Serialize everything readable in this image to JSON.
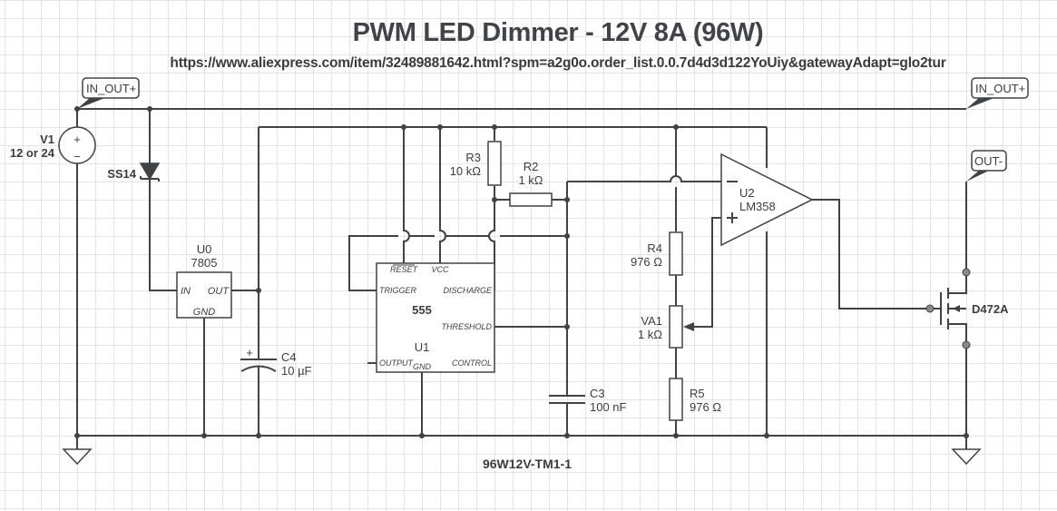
{
  "title": "PWM LED Dimmer - 12V 8A (96W)",
  "url": "https://www.aliexpress.com/item/32489881642.html?spm=a2g0o.order_list.0.0.7d4d3d122YoUiy&gatewayAdapt=glo2tur",
  "footer_label": "96W12V-TM1-1",
  "net_labels": {
    "in_out_left": "IN_OUT+",
    "in_out_right": "IN_OUT+",
    "out_minus": "OUT-"
  },
  "components": {
    "v1": {
      "ref": "V1",
      "value": "12 or 24",
      "plus": "+",
      "minus": "−"
    },
    "d1": {
      "ref": "SS14"
    },
    "u0": {
      "ref": "U0",
      "value": "7805",
      "pins": {
        "in": "IN",
        "out": "OUT",
        "gnd": "GND"
      }
    },
    "c4": {
      "ref": "C4",
      "value": "10 µF",
      "polarity": "+"
    },
    "u1": {
      "ref": "U1",
      "value": "555",
      "pins": {
        "reset": "RESET",
        "vcc": "VCC",
        "trigger": "TRIGGER",
        "discharge": "DISCHARGE",
        "threshold": "THRESHOLD",
        "output": "OUTPUT",
        "gnd": "GND",
        "control": "CONTROL"
      }
    },
    "r3": {
      "ref": "R3",
      "value": "10 kΩ"
    },
    "r2": {
      "ref": "R2",
      "value": "1 kΩ"
    },
    "c3": {
      "ref": "C3",
      "value": "100 nF"
    },
    "r4": {
      "ref": "R4",
      "value": "976 Ω"
    },
    "va1": {
      "ref": "VA1",
      "value": "1 kΩ"
    },
    "r5": {
      "ref": "R5",
      "value": "976 Ω"
    },
    "u2": {
      "ref": "U2",
      "value": "LM358",
      "minus": "−",
      "plus": "+"
    },
    "q1": {
      "ref": "D472A"
    }
  }
}
